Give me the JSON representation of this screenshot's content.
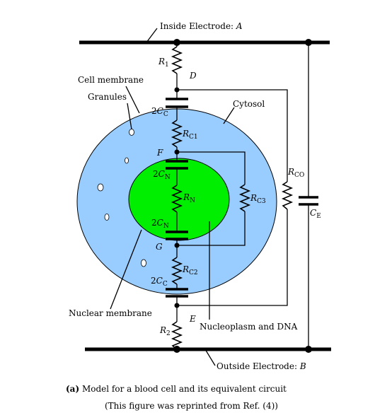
{
  "labels": {
    "inside_electrode": "Inside Electrode: ",
    "inside_electrode_letter": "A",
    "outside_electrode": "Outside Electrode: ",
    "outside_electrode_letter": "B",
    "cell_membrane": "Cell membrane",
    "granules": "Granules",
    "cytosol": "Cytosol",
    "nuclear_membrane": "Nuclear membrane",
    "nucleoplasm": "Nucleoplasm and DNA"
  },
  "components": {
    "r1": {
      "main": "R",
      "sub": "1"
    },
    "r2": {
      "main": "R",
      "sub": "2"
    },
    "rc1": {
      "main": "R",
      "sub": "C1"
    },
    "rc2": {
      "main": "R",
      "sub": "C2"
    },
    "rc3": {
      "main": "R",
      "sub": "C3"
    },
    "rco": {
      "main": "R",
      "sub": "CO"
    },
    "rn": {
      "main": "R",
      "sub": "N"
    },
    "cc_top": {
      "pre": "2",
      "main": "C",
      "sub": "C"
    },
    "cc_bottom": {
      "pre": "2",
      "main": "C",
      "sub": "C"
    },
    "cn_top": {
      "pre": "2",
      "main": "C",
      "sub": "N"
    },
    "cn_bottom": {
      "pre": "2",
      "main": "C",
      "sub": "N"
    },
    "ce": {
      "main": "C",
      "sub": "E"
    }
  },
  "nodes": {
    "d": "D",
    "e": "E",
    "f": "F",
    "g": "G"
  },
  "caption": {
    "tag": "(a)",
    "line1": " Model for a blood cell and its equivalent circuit",
    "line2": "(This figure was reprinted from Ref. (4))"
  },
  "colors": {
    "cytosol": "#99ccff",
    "nucleus": "#00ee00",
    "wire": "#000000",
    "background": "#ffffff"
  }
}
